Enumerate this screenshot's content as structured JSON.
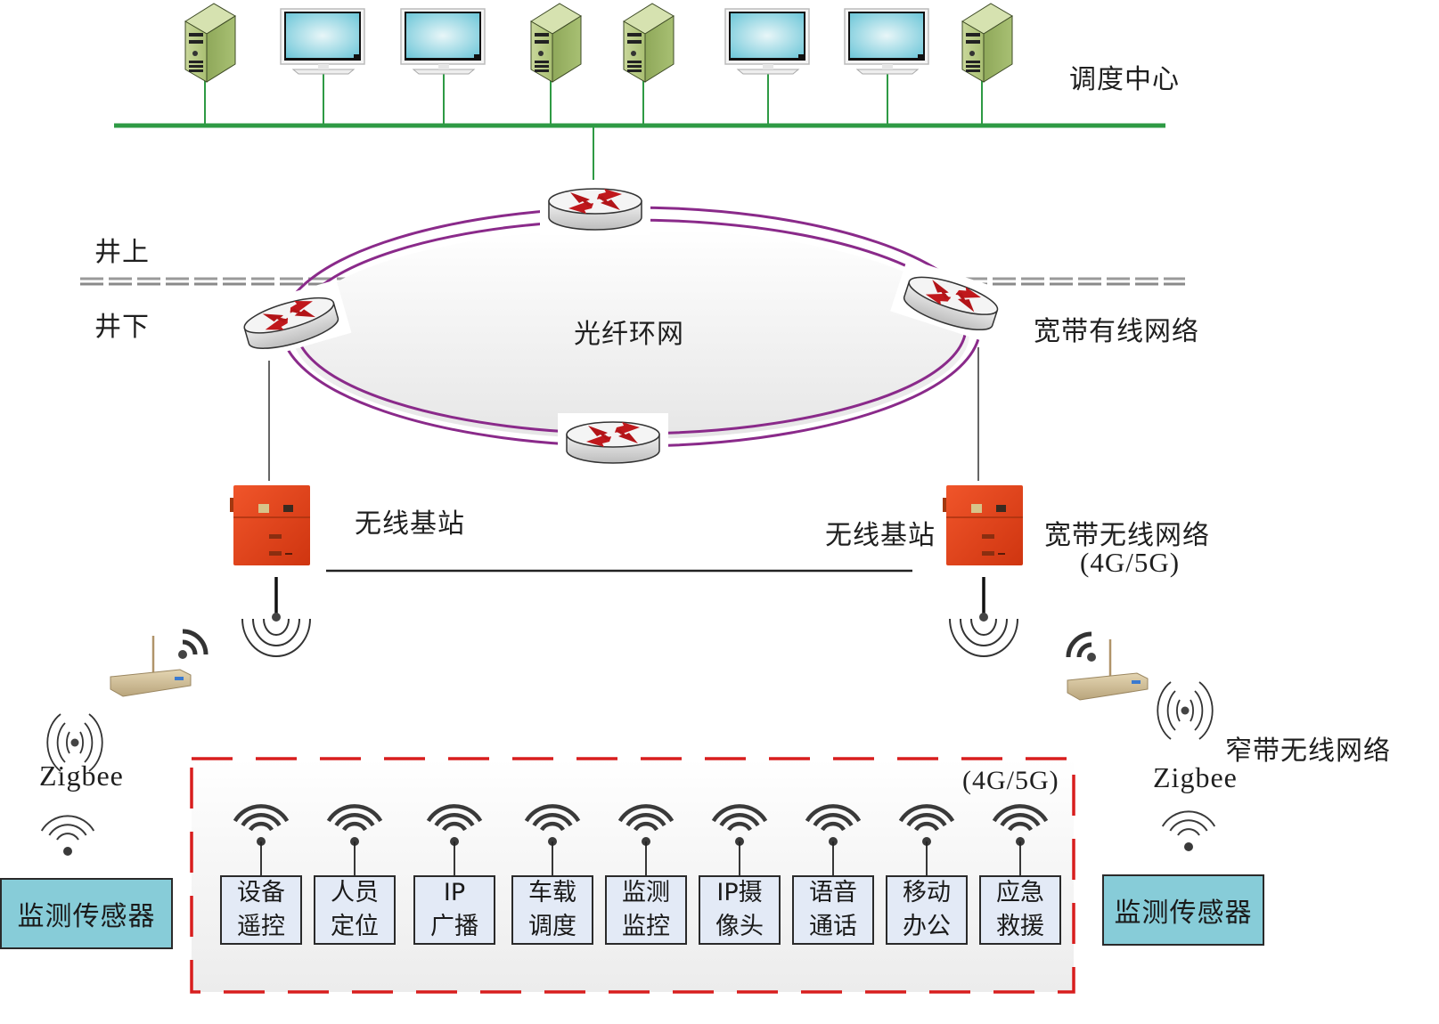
{
  "diagram": {
    "title": "Mine communication network architecture",
    "colors": {
      "bus_line": "#2e9a44",
      "fiber_ring": "#8a2a8a",
      "boundary_red": "#d81e1e",
      "sensor_fill": "#87ccd8",
      "service_fill": "#e3eaf6",
      "base_station": "#e2421a",
      "server_green": "#a7bd72",
      "monitor_screen": "#7fd0e0"
    },
    "dispatch_center": {
      "label": "调度中心",
      "devices": [
        "server",
        "monitor",
        "monitor",
        "server",
        "server",
        "monitor",
        "monitor",
        "server"
      ]
    },
    "zones": {
      "above_ground": "井上",
      "underground": "井下"
    },
    "fiber_ring": {
      "label": "光纤环网",
      "routers": [
        "top-router",
        "left-router",
        "right-router",
        "bottom-router"
      ]
    },
    "wired_network_label": "宽带有线网络",
    "base_stations": [
      {
        "label": "无线基站"
      },
      {
        "label": "无线基站"
      }
    ],
    "wireless_broadband": {
      "label": "宽带无线网络",
      "sub": "(4G/5G)"
    },
    "narrowband_label": "窄带无线网络",
    "zigbee": [
      {
        "label": "Zigbee"
      },
      {
        "label": "Zigbee"
      }
    ],
    "sensors": [
      {
        "label": "监测传感器"
      },
      {
        "label": "监测传感器"
      }
    ],
    "terminal_box": {
      "tag": "(4G/5G)",
      "services": [
        {
          "line1": "设备",
          "line2": "遥控"
        },
        {
          "line1": "人员",
          "line2": "定位"
        },
        {
          "line1": "IP",
          "line2": "广播"
        },
        {
          "line1": "车载",
          "line2": "调度"
        },
        {
          "line1": "监测",
          "line2": "监控"
        },
        {
          "line1": "IP摄",
          "line2": "像头"
        },
        {
          "line1": "语音",
          "line2": "通话"
        },
        {
          "line1": "移动",
          "line2": "办公"
        },
        {
          "line1": "应急",
          "line2": "救援"
        }
      ]
    }
  }
}
